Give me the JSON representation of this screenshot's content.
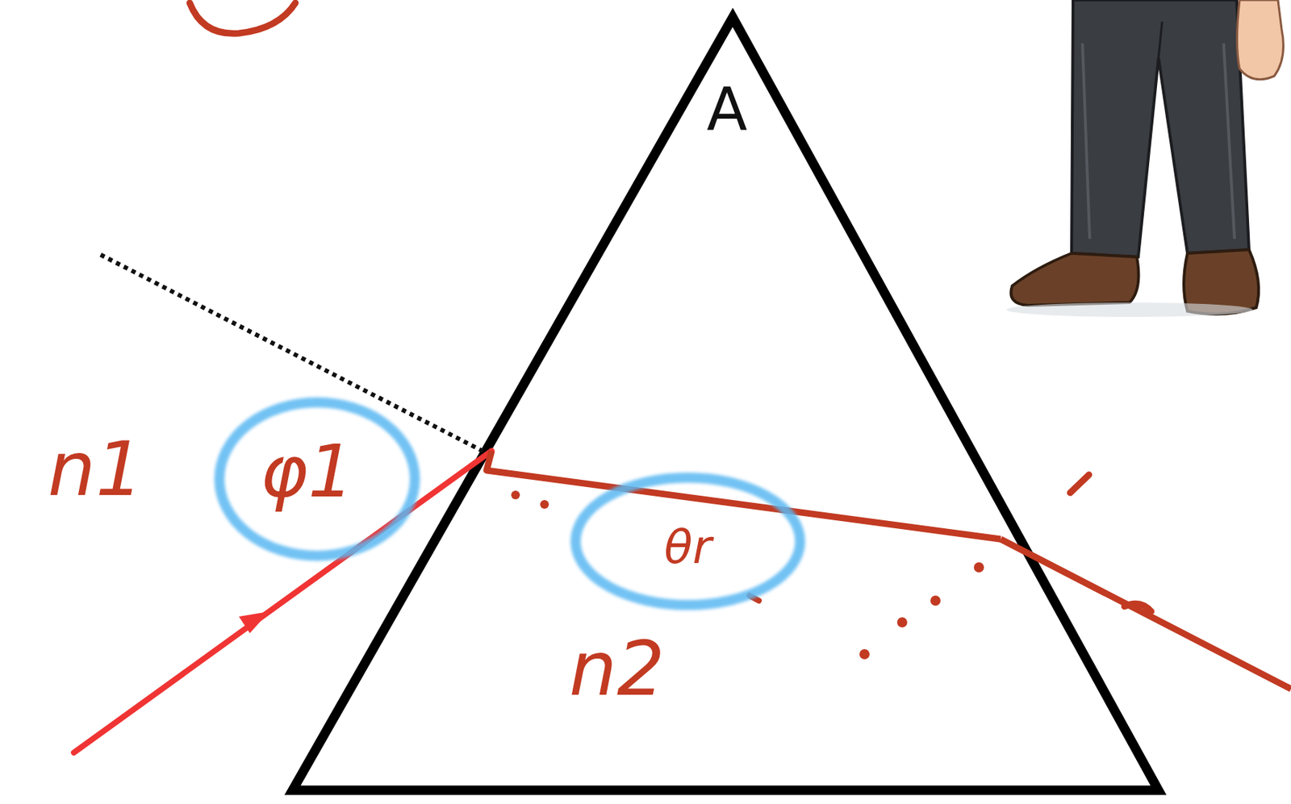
{
  "diagram": {
    "nodes": [
      {
        "text": [
          "φ1"
        ]
      },
      {
        "text": [
          "θr"
        ]
      }
    ],
    "labels": [
      "A",
      "n1",
      "n2"
    ]
  }
}
